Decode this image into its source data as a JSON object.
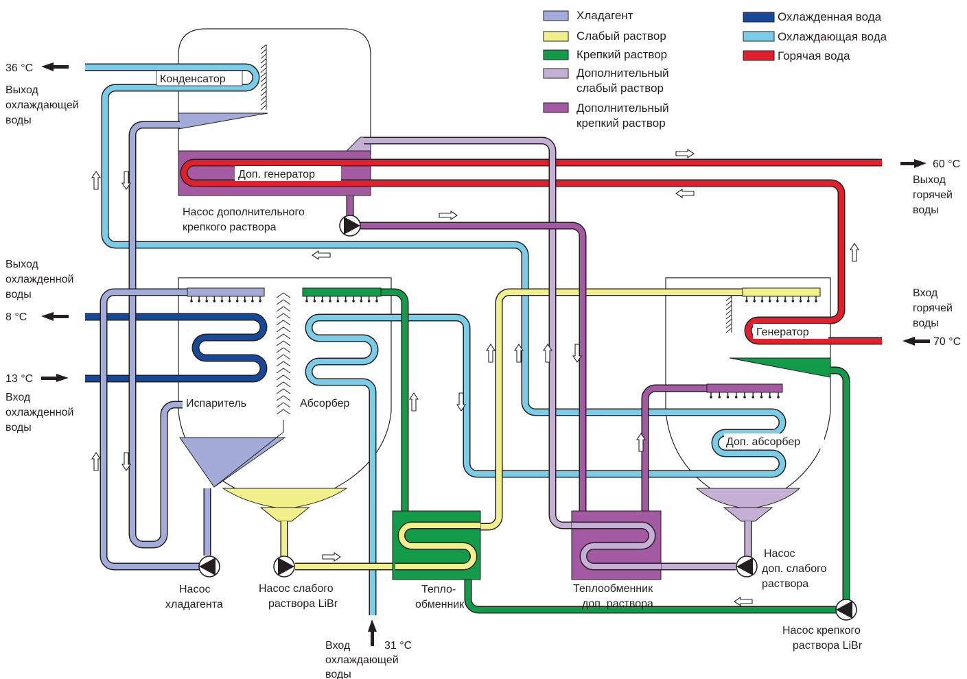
{
  "colors": {
    "refrigerant": "#a3acd8",
    "weak_solution": "#f2f08a",
    "strong_solution": "#129b48",
    "aux_weak_solution": "#c5b0d5",
    "aux_strong_solution": "#a45aa3",
    "chilled_water": "#164a99",
    "cooling_water": "#79cde8",
    "hot_water": "#e21f2c",
    "outline": "#231f20"
  },
  "legend": [
    {
      "key": "refrigerant",
      "label": "Хладагент"
    },
    {
      "key": "weak_solution",
      "label": "Слабый раствор"
    },
    {
      "key": "strong_solution",
      "label": "Крепкий раствор"
    },
    {
      "key": "aux_weak_solution",
      "label": [
        "Дополнительный",
        "слабый раствор"
      ]
    },
    {
      "key": "aux_strong_solution",
      "label": [
        "Дополнительный",
        "крепкий раствор"
      ]
    },
    {
      "key": "chilled_water",
      "label": "Охлажденная вода"
    },
    {
      "key": "cooling_water",
      "label": "Охлаждающая вода"
    },
    {
      "key": "hot_water",
      "label": "Горячая вода"
    }
  ],
  "components": {
    "condenser": "Конденсатор",
    "aux_generator": "Доп. генератор",
    "aux_strong_pump": [
      "Насос дополнительного",
      "крепкого раствора"
    ],
    "evaporator": "Испаритель",
    "absorber": "Абсорбер",
    "generator": "Генератор",
    "aux_absorber": "Доп. абсорбер",
    "refrigerant_pump": [
      "Насос",
      "хладагента"
    ],
    "weak_pump": [
      "Насос слабого",
      "раствора LiBr"
    ],
    "heat_exchanger": [
      "Тепло-",
      "обменник"
    ],
    "aux_heat_exchanger": [
      "Теплообменник",
      "доп. раствора"
    ],
    "aux_weak_pump": [
      "Насос",
      "доп. слабого",
      "раствора"
    ],
    "strong_pump": [
      "Насос крепкого",
      "раствора LiBr"
    ]
  },
  "ports": {
    "cooling_out_temp": "36 °C",
    "cooling_out_label": [
      "Выход",
      "охлаждающей",
      "воды"
    ],
    "chilled_out_label": [
      "Выход",
      "охлажденной",
      "воды"
    ],
    "chilled_out_temp": "8 °C",
    "chilled_in_temp": "13 °C",
    "chilled_in_label": [
      "Вход",
      "охлажденной",
      "воды"
    ],
    "hot_out_temp": "60 °C",
    "hot_out_label": [
      "Выход",
      "горячей",
      "воды"
    ],
    "hot_in_label": [
      "Вход",
      "горячей",
      "воды"
    ],
    "hot_in_temp": "70 °C",
    "cooling_in_temp": "31 °C",
    "cooling_in_label": [
      "Вход",
      "охлаждающей",
      "воды"
    ]
  }
}
